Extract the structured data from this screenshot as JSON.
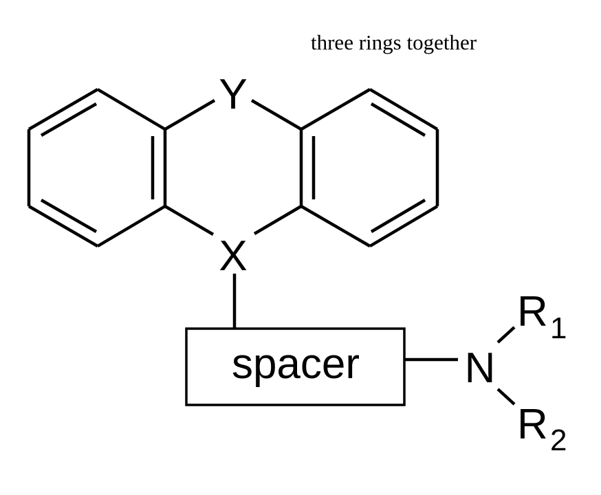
{
  "caption": "three rings together",
  "atoms": {
    "y": "Y",
    "x": "X",
    "n": "N",
    "r1": "R",
    "r1_sub": "1",
    "r2": "R",
    "r2_sub": "2"
  },
  "spacer_label": "spacer"
}
